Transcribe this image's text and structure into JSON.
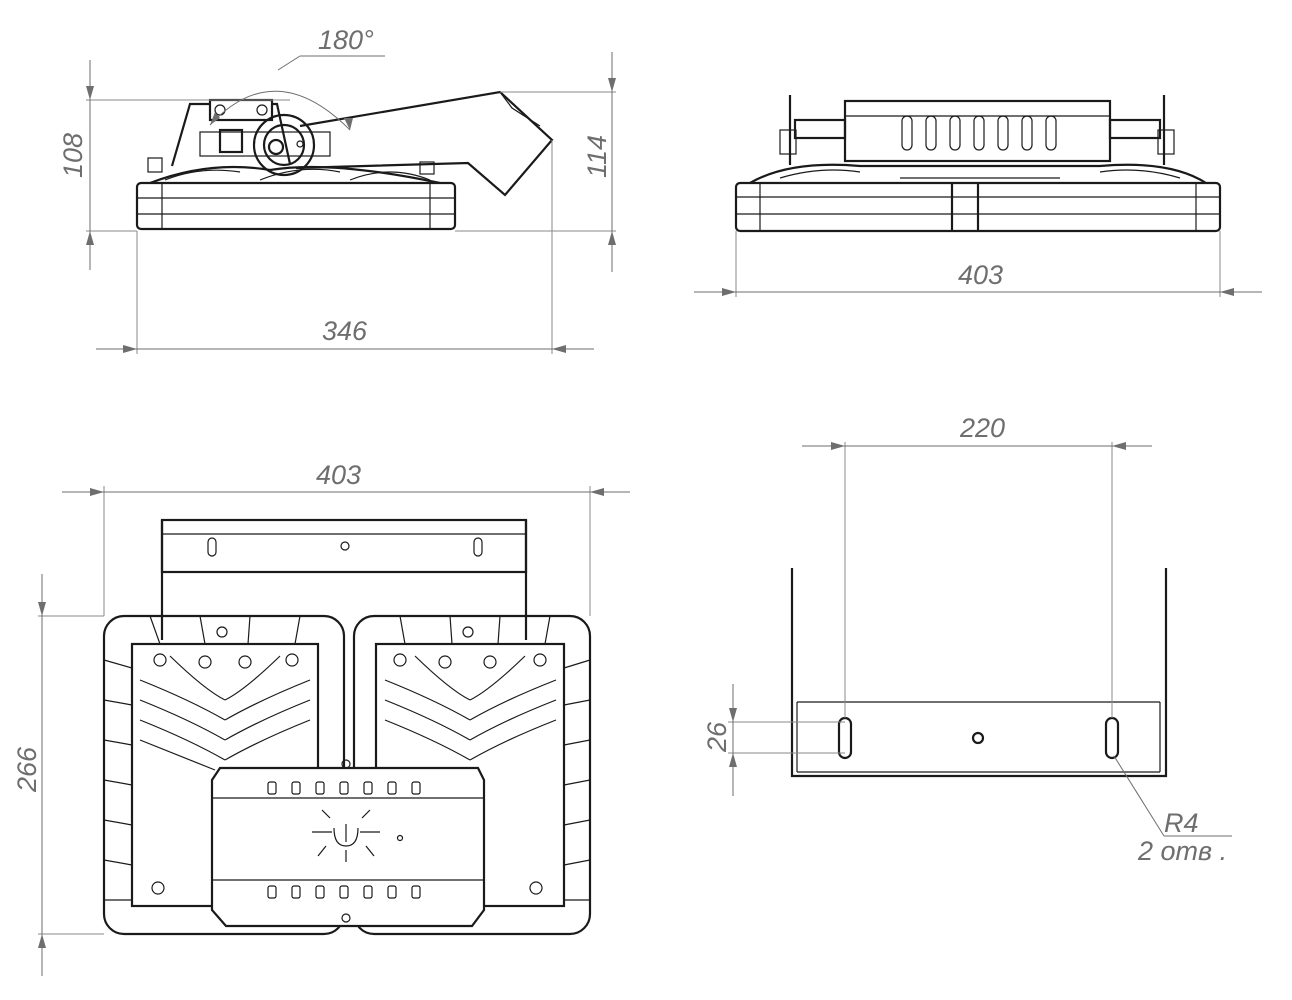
{
  "side_view": {
    "angle_label": "180°",
    "height_left_label": "108",
    "height_right_label": "114",
    "width_label": "346"
  },
  "front_view": {
    "width_label": "403"
  },
  "top_view": {
    "width_label": "403",
    "depth_label": "266"
  },
  "bracket_view": {
    "spacing_label": "220",
    "slot_label": "26",
    "radius_label": "R4",
    "holes_label": "2 отв ."
  }
}
